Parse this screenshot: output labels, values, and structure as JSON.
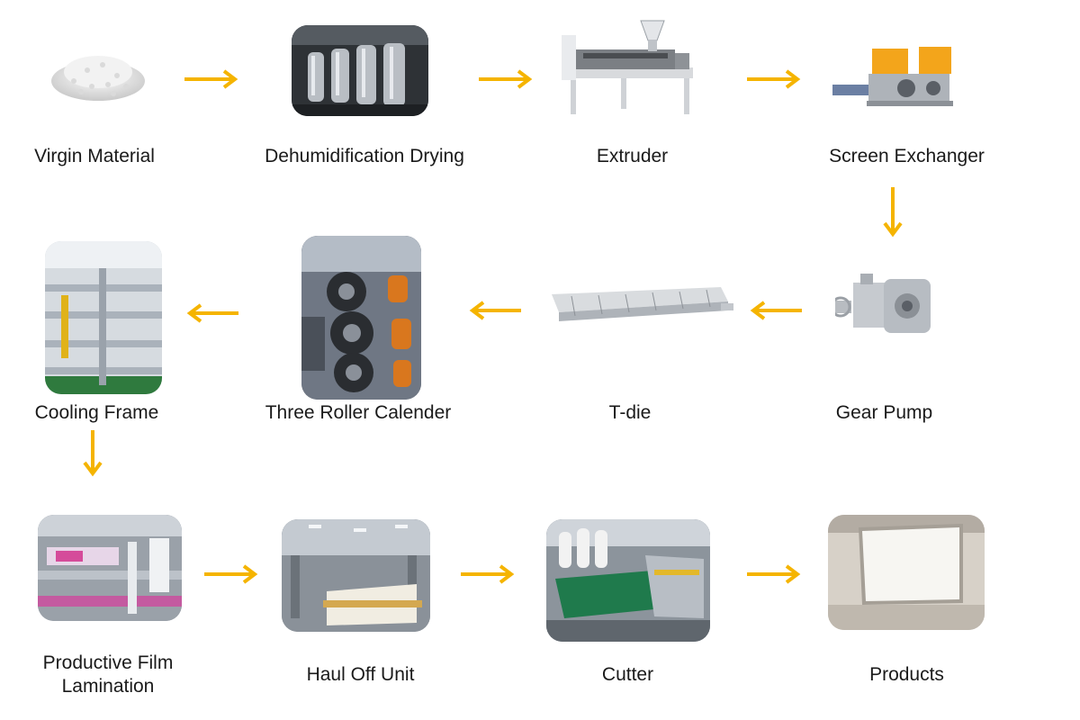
{
  "accent": "#f5b400",
  "nodes": [
    {
      "label": "Virgin Material",
      "icon": "pellets-icon"
    },
    {
      "label": "Dehumidification Drying",
      "icon": "dryer-photo"
    },
    {
      "label": "Extruder",
      "icon": "extruder-icon"
    },
    {
      "label": "Screen Exchanger",
      "icon": "screen-exchanger-icon"
    },
    {
      "label": "Gear Pump",
      "icon": "gear-pump-icon"
    },
    {
      "label": "T-die",
      "icon": "t-die-icon"
    },
    {
      "label": "Three Roller Calender",
      "icon": "calender-photo"
    },
    {
      "label": "Cooling Frame",
      "icon": "cooling-frame-photo"
    },
    {
      "label": "Productive Film Lamination",
      "icon": "lamination-photo"
    },
    {
      "label": "Haul Off Unit",
      "icon": "haul-off-photo"
    },
    {
      "label": "Cutter",
      "icon": "cutter-photo"
    },
    {
      "label": "Products",
      "icon": "product-panel-photo"
    }
  ],
  "edges": [
    [
      "Virgin Material",
      "Dehumidification Drying"
    ],
    [
      "Dehumidification Drying",
      "Extruder"
    ],
    [
      "Extruder",
      "Screen Exchanger"
    ],
    [
      "Screen Exchanger",
      "Gear Pump"
    ],
    [
      "Gear Pump",
      "T-die"
    ],
    [
      "T-die",
      "Three Roller Calender"
    ],
    [
      "Three Roller Calender",
      "Cooling Frame"
    ],
    [
      "Cooling Frame",
      "Productive Film Lamination"
    ],
    [
      "Productive Film Lamination",
      "Haul Off Unit"
    ],
    [
      "Haul Off Unit",
      "Cutter"
    ],
    [
      "Cutter",
      "Products"
    ]
  ]
}
